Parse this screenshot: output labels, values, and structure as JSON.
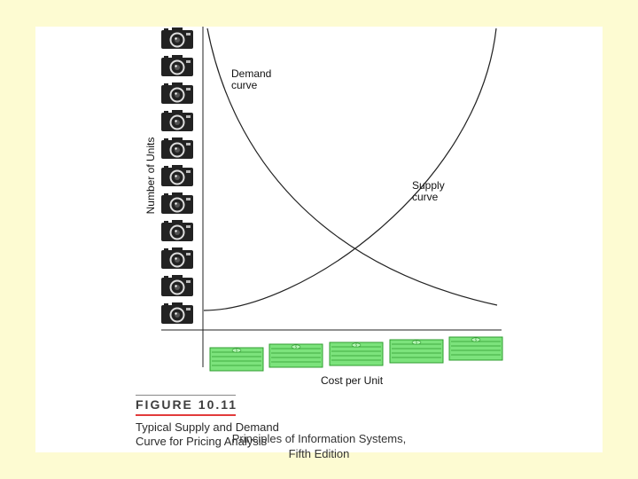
{
  "diagram": {
    "y_axis_label": "Number of Units",
    "x_axis_label": "Cost per Unit",
    "demand_label": [
      "Demand",
      "curve"
    ],
    "supply_label": [
      "Supply",
      "curve"
    ],
    "camera_icon_count": 11,
    "money_stack_count": 5
  },
  "figure": {
    "label": "FIGURE 10.11",
    "caption_line1": "Typical Supply and Demand",
    "caption_line2": "Curve for Pricing Analysis"
  },
  "footer": {
    "line1": "Principles of Information Systems,",
    "line2": "Fifth Edition"
  },
  "colors": {
    "background": "#fdfbd2",
    "money": "#7ce37c",
    "camera": "#222222",
    "figure_rule": "#e23b3b"
  }
}
